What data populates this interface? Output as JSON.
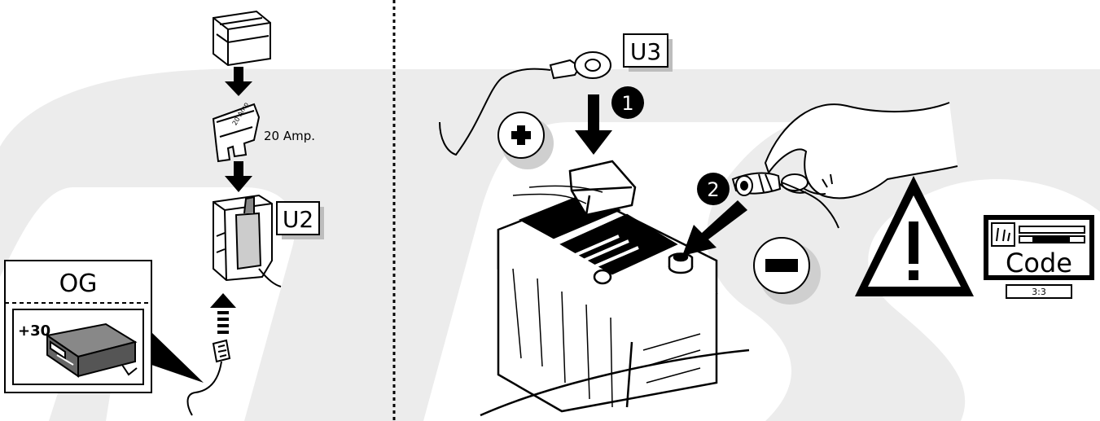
{
  "labels": {
    "u3": "U3",
    "u2": "U2",
    "og": "OG",
    "plus30": "+30",
    "amp": "20 Amp.",
    "fuse_text": "20 Amp",
    "step1": "1",
    "step2": "2",
    "code": "Code",
    "code_counter": "3:3"
  },
  "icons": {
    "plus": "plus-sign-icon",
    "minus": "minus-sign-icon",
    "warning": "warning-triangle-icon",
    "radio": "car-radio-icon"
  },
  "colors": {
    "watermark": "#ececec",
    "label_shadow": "#bdbdbd",
    "ink": "#000000"
  }
}
